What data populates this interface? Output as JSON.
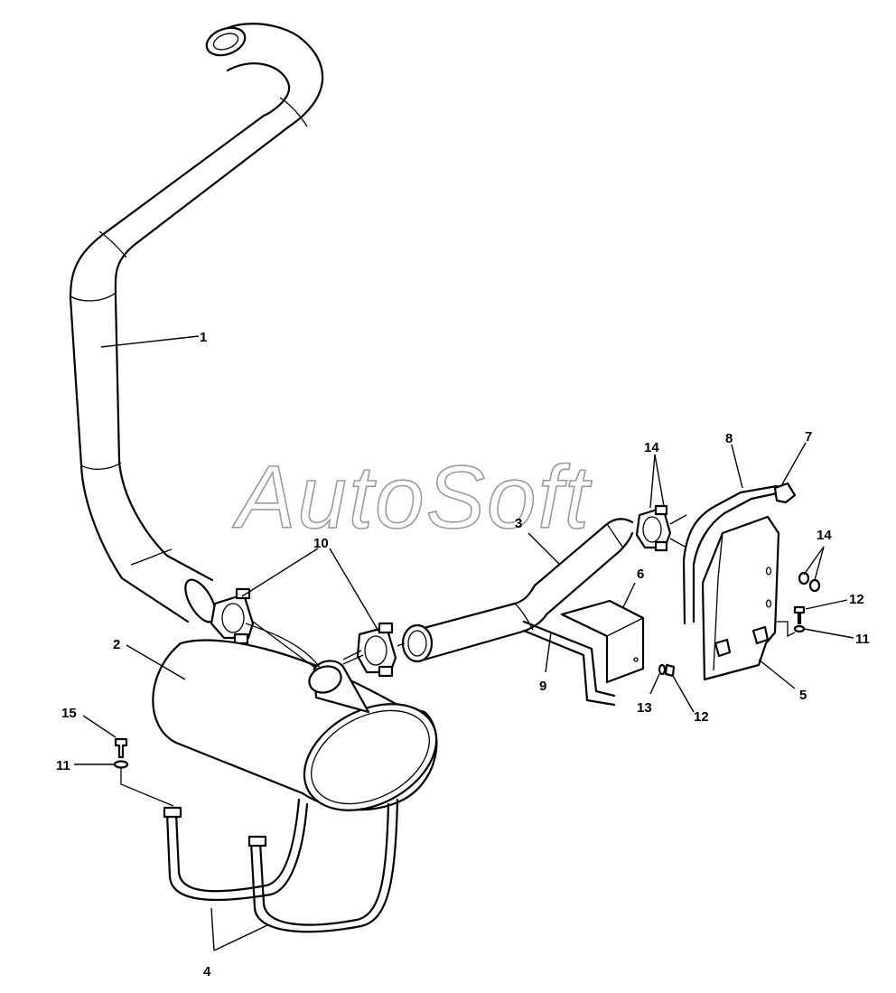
{
  "watermark": "AutoSoft",
  "callouts": {
    "c1": "1",
    "c2": "2",
    "c3": "3",
    "c4": "4",
    "c5": "5",
    "c6": "6",
    "c7": "7",
    "c8": "8",
    "c9": "9",
    "c10": "10",
    "c11a": "11",
    "c11b": "11",
    "c12a": "12",
    "c12b": "12",
    "c13": "13",
    "c14a": "14",
    "c14b": "14",
    "c15": "15"
  },
  "colors": {
    "line": "#000000",
    "watermark": "#9a9a9a",
    "background": "#ffffff"
  }
}
